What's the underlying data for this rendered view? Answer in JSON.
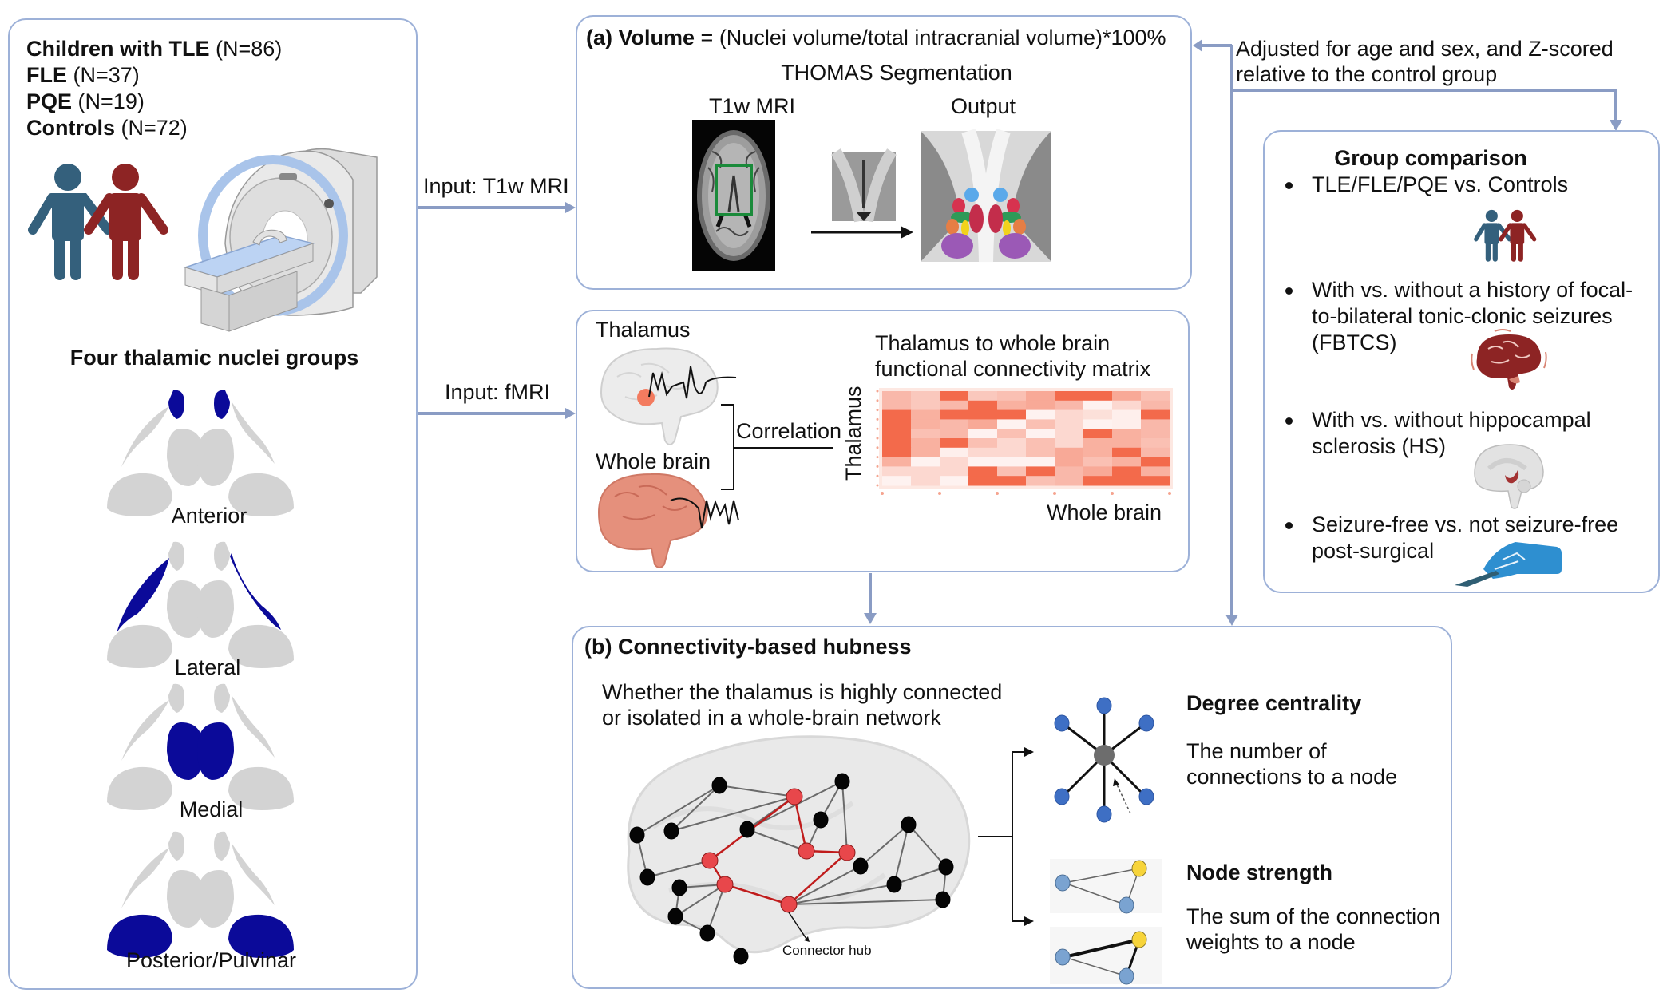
{
  "cohort": {
    "groups": [
      {
        "label": "Children with TLE",
        "count": "(N=86)"
      },
      {
        "label": "FLE",
        "count": "(N=37)"
      },
      {
        "label": "PQE",
        "count": "(N=19)"
      },
      {
        "label": "Controls",
        "count": "(N=72)"
      }
    ],
    "icons": [
      "people-icon",
      "mri-scanner-icon"
    ]
  },
  "nuclei": {
    "title": "Four thalamic nuclei groups",
    "groups": [
      {
        "label": "Anterior",
        "highlight": "anterior"
      },
      {
        "label": "Lateral",
        "highlight": "lateral"
      },
      {
        "label": "Medial",
        "highlight": "medial"
      },
      {
        "label": "Posterior/Pulvinar",
        "highlight": "posterior"
      }
    ],
    "highlight_color": "#0b0a99",
    "base_color": "#d3d3d3"
  },
  "inputs": {
    "t1w": "Input: T1w MRI",
    "fmri": "Input: fMRI"
  },
  "volume": {
    "prefix": "(a)",
    "label": "Volume",
    "formula": "= (Nuclei volume/total intracranial volume)*100%",
    "method": "THOMAS Segmentation",
    "t1w_label": "T1w MRI",
    "output_label": "Output",
    "segment_colors": [
      "#5aa9ea",
      "#d7334f",
      "#2e9a58",
      "#f2d21c",
      "#e67e45",
      "#9b59b6"
    ]
  },
  "fmri": {
    "thalamus_label": "Thalamus",
    "wholebrain_label": "Whole brain",
    "correlation_label": "Correlation",
    "matrix_title_1": "Thalamus to whole brain",
    "matrix_title_2": "functional connectivity matrix",
    "matrix_ylabel": "Thalamus",
    "matrix_xlabel": "Whole brain"
  },
  "adjust": {
    "line1": "Adjusted for age and sex, and Z-scored",
    "line2": "relative to the control group"
  },
  "comparison": {
    "title": "Group comparison",
    "items": [
      {
        "lines": [
          "TLE/FLE/PQE  vs. Controls"
        ],
        "icon": "people-icon"
      },
      {
        "lines": [
          "With vs. without a history of focal-",
          "to-bilateral tonic-clonic seizures",
          "(FBTCS)"
        ],
        "icon": "seizure-brain-icon"
      },
      {
        "lines": [
          "With vs. without hippocampal",
          "sclerosis (HS)"
        ],
        "icon": "hippocampus-brain-icon"
      },
      {
        "lines": [
          "Seizure-free vs. not seizure-free",
          "post-surgical"
        ],
        "icon": "surgery-hand-icon"
      }
    ]
  },
  "hubness": {
    "prefix": "(b)",
    "title": "Connectivity-based hubness",
    "desc1": "Whether the thalamus is highly connected",
    "desc2": "or isolated in a whole-brain network",
    "hub_label": "Connector hub",
    "degree_title": "Degree centrality",
    "degree_desc1": "The number of",
    "degree_desc2": "connections to a node",
    "strength_title": "Node strength",
    "strength_desc1": "The sum of the connection",
    "strength_desc2": "weights to a node"
  },
  "colors": {
    "frame": "#9db1d8",
    "arrow": "#8a9cc4",
    "person_blue": "#34607c",
    "person_red": "#8d2424",
    "heat": "#f26241",
    "node_red": "#e8474b",
    "node_blue": "#3e6fc4",
    "node_lightblue": "#7aa3d1",
    "node_yellow": "#f7d43a",
    "hub_gray": "#6d6d6d"
  },
  "heatmap": {
    "rows": 10,
    "cols": 10,
    "values": [
      [
        0.45,
        0.35,
        0.95,
        0.35,
        0.4,
        0.55,
        0.95,
        0.95,
        0.55,
        0.4
      ],
      [
        0.45,
        0.35,
        0.45,
        0.95,
        0.5,
        0.55,
        0.45,
        0.08,
        0.25,
        0.45
      ],
      [
        0.95,
        0.5,
        0.95,
        0.95,
        0.95,
        0.08,
        0.25,
        0.2,
        0.1,
        0.95
      ],
      [
        0.95,
        0.5,
        0.45,
        0.55,
        0.08,
        0.4,
        0.25,
        0.08,
        0.1,
        0.45
      ],
      [
        0.95,
        0.4,
        0.45,
        0.08,
        0.4,
        0.08,
        0.25,
        0.95,
        0.5,
        0.45
      ],
      [
        0.95,
        0.5,
        0.95,
        0.4,
        0.25,
        0.4,
        0.25,
        0.5,
        0.5,
        0.4
      ],
      [
        0.95,
        0.5,
        0.1,
        0.25,
        0.25,
        0.4,
        0.55,
        0.5,
        0.95,
        0.45
      ],
      [
        0.5,
        0.08,
        0.25,
        0.08,
        0.08,
        0.08,
        0.55,
        0.4,
        0.5,
        0.95
      ],
      [
        0.25,
        0.25,
        0.25,
        0.95,
        0.4,
        0.95,
        0.45,
        0.55,
        0.95,
        0.5
      ],
      [
        0.08,
        0.25,
        0.08,
        0.95,
        0.95,
        0.4,
        0.45,
        0.95,
        0.95,
        0.95
      ]
    ]
  }
}
